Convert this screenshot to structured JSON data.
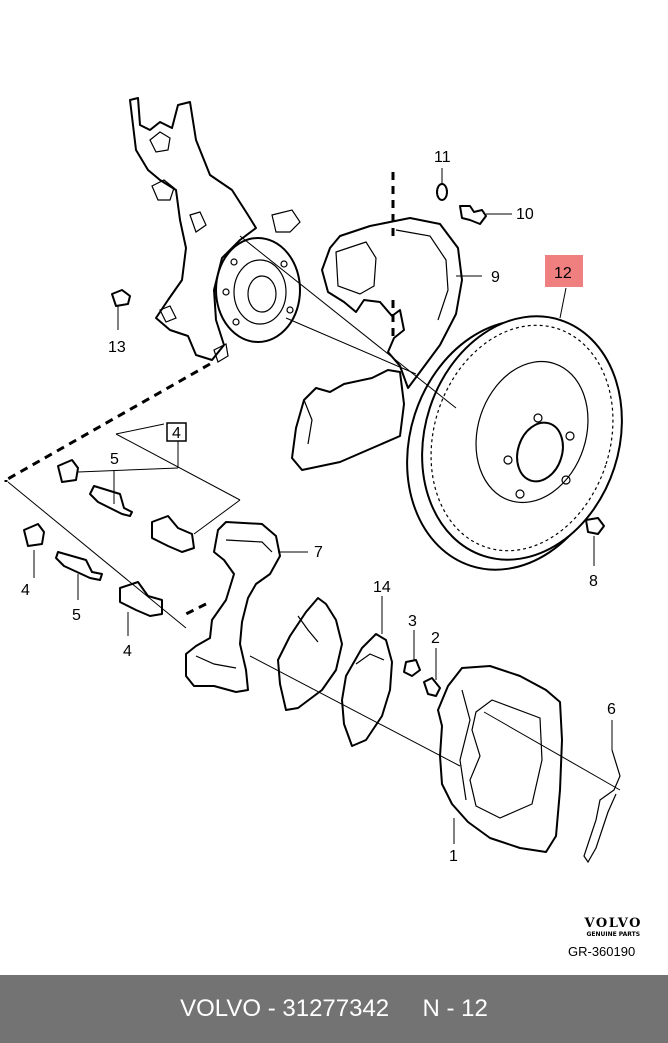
{
  "callouts": {
    "c1": "1",
    "c2": "2",
    "c3": "3",
    "c4a": "4",
    "c4b": "4",
    "c4c": "4",
    "c5a": "5",
    "c5b": "5",
    "c6": "6",
    "c7": "7",
    "c8": "8",
    "c9": "9",
    "c10": "10",
    "c11": "11",
    "c12": "12",
    "c13": "13",
    "c14": "14"
  },
  "highlight_color": "#f08080",
  "brand": {
    "logo": "VOLVO",
    "sub": "GENUINE PARTS",
    "ref": "GR-360190"
  },
  "footer": {
    "text": "VOLVO - 31277342     N - 12"
  }
}
